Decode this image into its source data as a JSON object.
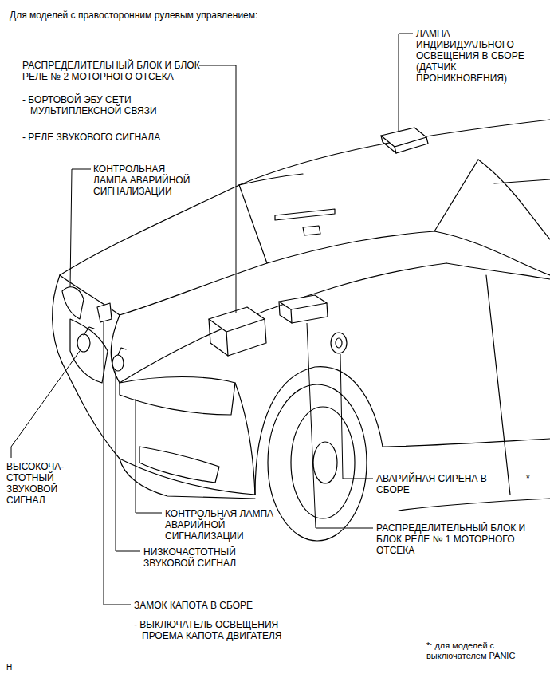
{
  "diagram": {
    "title": "Для моделей с правосторонним рулевым управлением:",
    "labels": [
      "ЛАМПА ИНДИВИДУАЛЬНОГО ОСВЕЩЕНИЯ В СБОРЕ (ДАТЧИК ПРОНИКНОВЕНИЯ)",
      "РАСПРЕДЕЛИТЕЛЬНЫЙ БЛОК И БЛОК РЕЛЕ № 2 МОТОРНОГО ОТСЕКА",
      "- БОРТОВОЙ ЭБУ СЕТИ МУЛЬТИПЛЕКСНОЙ СВЯЗИ",
      "- РЕЛЕ ЗВУКОВОГО СИГНАЛА",
      "КОНТРОЛЬНАЯ ЛАМПА АВАРИЙНОЙ СИГНАЛИЗАЦИИ",
      "ВЫСОКОЧА- СТОТНЫЙ ЗВУКОВОЙ СИГНАЛ",
      "КОНТРОЛЬНАЯ ЛАМПА АВАРИЙНОЙ СИГНАЛИЗАЦИИ",
      "НИЗКОЧАСТОТНЫЙ ЗВУКОВОЙ СИГНАЛ",
      "ЗАМОК КАПОТА В СБОРЕ",
      "- ВЫКЛЮЧАТЕЛЬ ОСВЕЩЕНИЯ ПРОЕМА КАПОТА ДВИГАТЕЛЯ",
      "АВАРИЙНАЯ СИРЕНА В СБОРЕ",
      "*",
      "РАСПРЕДЕЛИТЕЛЬНЫЙ БЛОК И БЛОК РЕЛЕ № 1 МОТОРНОГО ОТСЕКА",
      "*: для моделей с выключателем PANIC",
      "H"
    ]
  }
}
